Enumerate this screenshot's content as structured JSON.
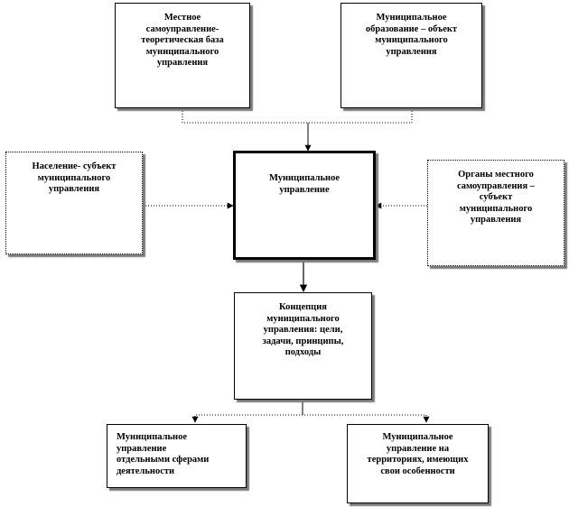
{
  "boxes": {
    "local_self_government": "Местное\nсамоуправление-\nтеоретическая база\nмуниципального\nуправления",
    "municipal_formation": "Муниципальное\nобразование – объект\nмуниципального\nуправления",
    "population": "Население- субъект\nмуниципального\nуправления",
    "municipal_management": "Муниципальное\nуправление",
    "local_bodies": "Органы местного\nсамоуправления –\nсубъект\nмуниципального\nуправления",
    "concept": "Концепция\nмуниципального\nуправления: цели,\nзадачи, принципы,\nподходы",
    "by_spheres": "Муниципальное\nуправление\nотдельными сферами\nдеятельности",
    "by_territories": "Муниципальное\nуправление на\nтерриториях, имеющих\nсвои особенности"
  }
}
